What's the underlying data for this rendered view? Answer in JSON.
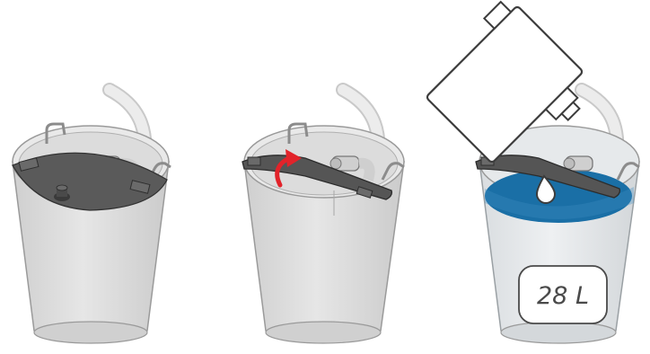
{
  "steps": [
    {
      "step": "closed-lid",
      "lid_color": "#5a5a5a"
    },
    {
      "step": "opening-lid",
      "arrow_color": "#e2232a"
    },
    {
      "step": "filling",
      "liquid_color": "#1a6fa6",
      "volume_label": "28 L"
    }
  ],
  "colors": {
    "bucket_fill": "#dedede",
    "bucket_stroke": "#9a9a9a",
    "hose": "#e6e6e6",
    "canister_fill": "#ffffff",
    "canister_stroke": "#3c3c3c"
  },
  "icons": [
    "bucket",
    "hose",
    "lid",
    "rotate-arrow",
    "canister",
    "droplet"
  ]
}
